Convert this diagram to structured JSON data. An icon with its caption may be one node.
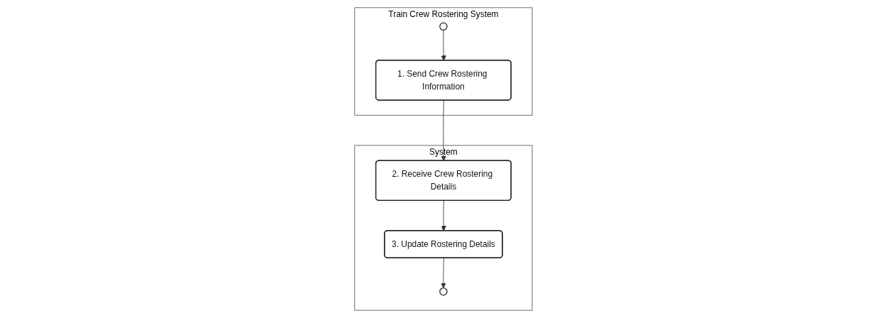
{
  "diagram": {
    "nodes": [
      {
        "text": [
          "Train Crew Rostering System"
        ]
      },
      {
        "text": [],
        "shape": "circle",
        "in": 0
      },
      {
        "text": [
          "1. Send Crew Rostering Information"
        ],
        "in": 0
      },
      {
        "text": [
          "System"
        ]
      },
      {
        "text": [
          "2. Receive Crew Rostering Details"
        ],
        "in": 3
      },
      {
        "text": [
          "3. Update Rostering Details"
        ],
        "in": 3
      },
      {
        "text": [],
        "shape": "circle",
        "in": 3
      }
    ],
    "edges": [
      {
        "from": 1,
        "to": 2,
        "arrow": "to"
      },
      {
        "from": 2,
        "to": 4,
        "arrow": "to"
      },
      {
        "from": 4,
        "to": 5,
        "arrow": "to"
      },
      {
        "from": 5,
        "to": 6,
        "arrow": "to"
      }
    ]
  }
}
